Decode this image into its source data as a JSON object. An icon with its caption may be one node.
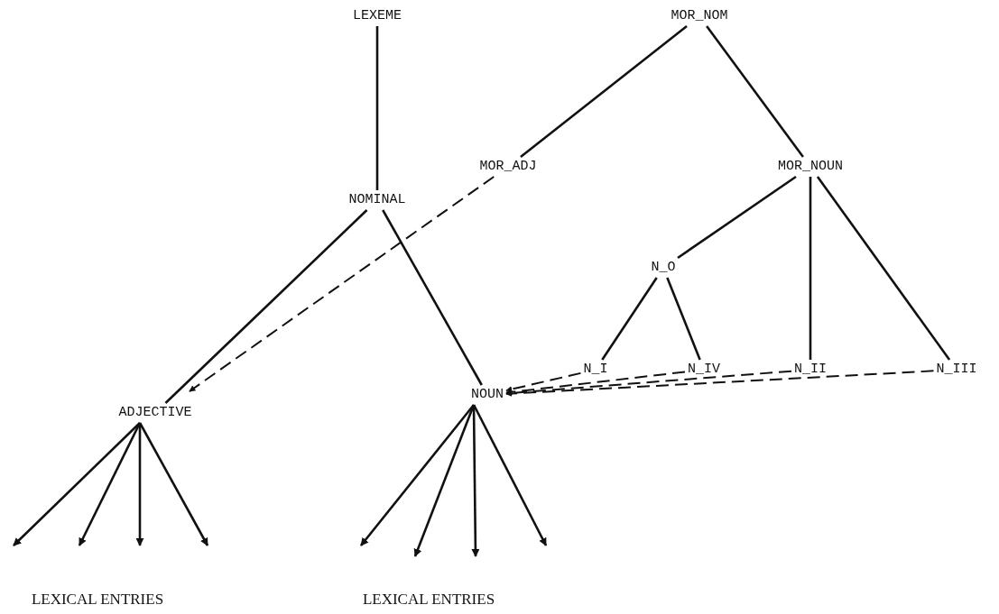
{
  "diagram": {
    "nodes": [
      {
        "text": [
          "LEXEME"
        ]
      },
      {
        "text": [
          "MOR_NOM"
        ]
      },
      {
        "text": [
          "MOR_ADJ"
        ]
      },
      {
        "text": [
          "MOR_NOUN"
        ]
      },
      {
        "text": [
          "NOMINAL"
        ]
      },
      {
        "text": [
          "N_O"
        ]
      },
      {
        "text": [
          "N_I"
        ]
      },
      {
        "text": [
          "N_IV"
        ]
      },
      {
        "text": [
          "N_II"
        ]
      },
      {
        "text": [
          "N_III"
        ]
      },
      {
        "text": [
          "ADJECTIVE"
        ]
      },
      {
        "text": [
          "NOUN"
        ]
      }
    ],
    "edges": [
      {
        "from": 0,
        "to": 4,
        "arrow": "none"
      },
      {
        "from": 1,
        "to": 2,
        "arrow": "none"
      },
      {
        "from": 1,
        "to": 3,
        "arrow": "none"
      },
      {
        "from": 4,
        "to": 10,
        "arrow": "none"
      },
      {
        "from": 4,
        "to": 11,
        "arrow": "none"
      },
      {
        "from": 2,
        "to": 10,
        "arrow": "to",
        "style": "dashed"
      },
      {
        "from": 3,
        "to": 5,
        "arrow": "none"
      },
      {
        "from": 3,
        "to": 8,
        "arrow": "none"
      },
      {
        "from": 3,
        "to": 9,
        "arrow": "none"
      },
      {
        "from": 5,
        "to": 6,
        "arrow": "none"
      },
      {
        "from": 5,
        "to": 7,
        "arrow": "none"
      },
      {
        "from": 6,
        "to": 11,
        "arrow": "to",
        "style": "dashed"
      },
      {
        "from": 7,
        "to": 11,
        "arrow": "to",
        "style": "dashed"
      },
      {
        "from": 8,
        "to": 11,
        "arrow": "to",
        "style": "dashed"
      },
      {
        "from": 9,
        "to": 11,
        "arrow": "to",
        "style": "dashed"
      },
      {
        "from": 10,
        "to": null,
        "arrow": "to"
      },
      {
        "from": 10,
        "to": null,
        "arrow": "to"
      },
      {
        "from": 10,
        "to": null,
        "arrow": "to"
      },
      {
        "from": 10,
        "to": null,
        "arrow": "to"
      },
      {
        "from": 11,
        "to": null,
        "arrow": "to"
      },
      {
        "from": 11,
        "to": null,
        "arrow": "to"
      },
      {
        "from": 11,
        "to": null,
        "arrow": "to"
      },
      {
        "from": 11,
        "to": null,
        "arrow": "to"
      }
    ],
    "labels": [
      "LEXICAL ENTRIES",
      "LEXICAL ENTRIES"
    ]
  }
}
